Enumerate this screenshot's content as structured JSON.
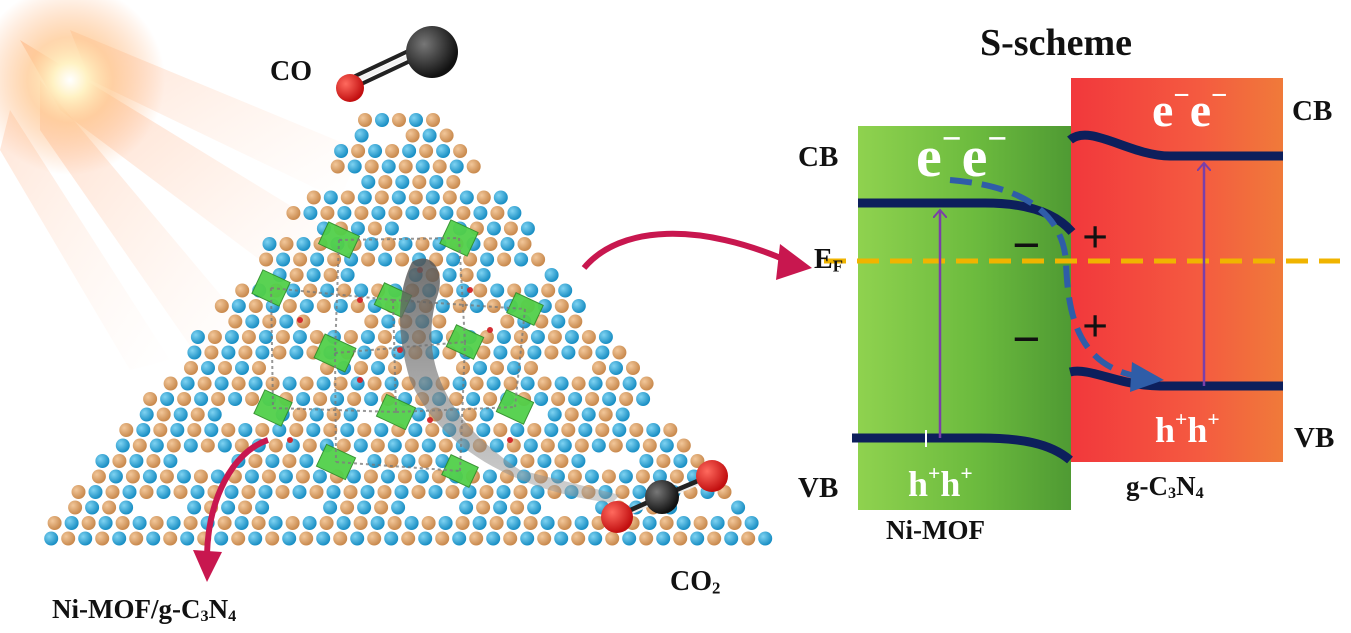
{
  "heterojunction": {
    "title": "S-scheme",
    "fermi_main": "E",
    "fermi_sub": "F",
    "ni_mof": {
      "name": "Ni-MOF",
      "cb_label": "CB",
      "vb_label": "VB",
      "electron_glyph": "e",
      "electron_charge": "−",
      "hole_glyph": "h",
      "hole_charge": "+"
    },
    "g_c3n4": {
      "name_parts": [
        "g-C",
        "3",
        "N",
        "4"
      ],
      "cb_label": "CB",
      "vb_label": "VB",
      "electron_glyph": "e",
      "electron_charge": "−",
      "hole_glyph": "h",
      "hole_charge": "+"
    },
    "interface_charges": {
      "minus": "−",
      "plus": "+"
    }
  },
  "photocatalyst": {
    "product": "CO",
    "reactant_main": "CO",
    "reactant_sub": "2",
    "composite_parts": [
      "Ni-MOF/g-C",
      "3",
      "N",
      "4"
    ]
  },
  "colors": {
    "ni_mof_fill": "#6dbf3f",
    "g_c3n4_fill": "#f2453d",
    "band_line": "#0d1f5c",
    "fermi_line": "#f0b400",
    "transfer_arrow": "#2f5da8",
    "excitation_arrow": "#7a3fa8",
    "link_arrow": "#c8174f",
    "atom_blue": "#27a9de",
    "atom_orange": "#dba26a",
    "linker_green": "#52d04a"
  }
}
